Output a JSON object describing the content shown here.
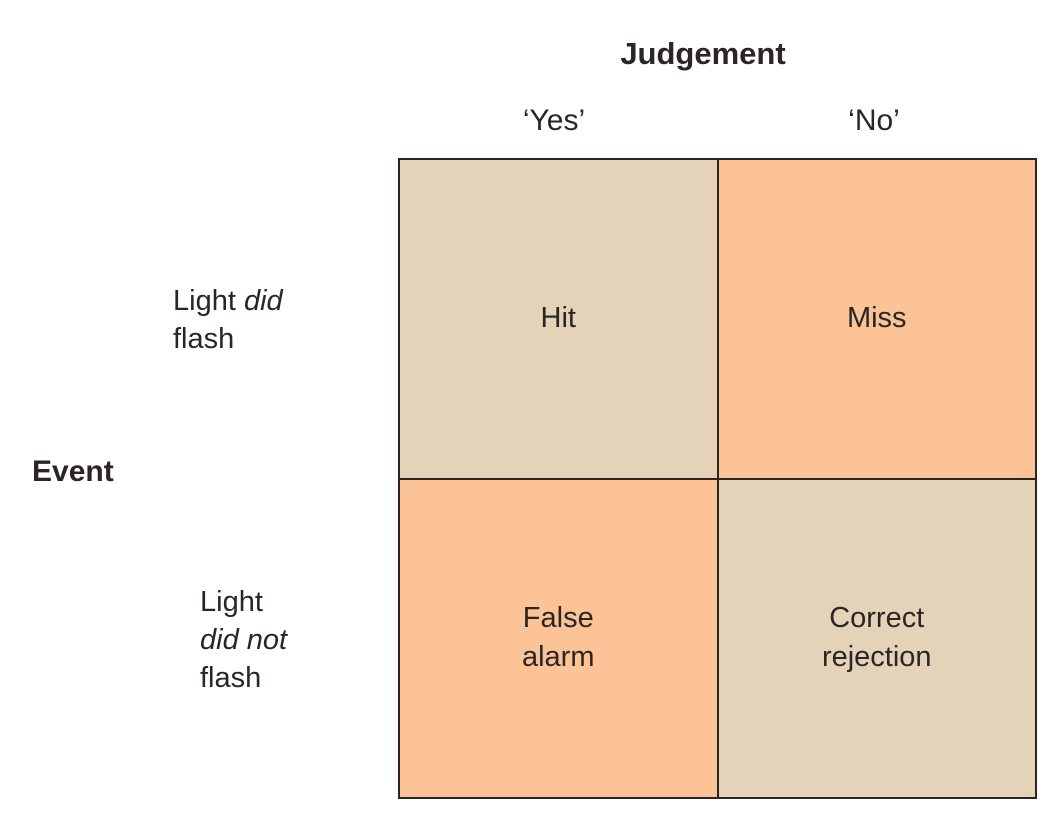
{
  "diagram": {
    "title": "Judgement",
    "side_axis_label": "Event",
    "columns": [
      {
        "label": "‘Yes’"
      },
      {
        "label": "‘No’"
      }
    ],
    "row1": {
      "line1_regular": "Light ",
      "line1_italic": "did",
      "line2": "flash"
    },
    "row2": {
      "line1": "Light",
      "line2_italic": "did not",
      "line3": "flash"
    },
    "cells": [
      {
        "label": "Hit",
        "variant": "tan"
      },
      {
        "label": "Miss",
        "variant": "orange"
      },
      {
        "label": "False\nalarm",
        "variant": "orange"
      },
      {
        "label": "Correct\nrejection",
        "variant": "tan"
      }
    ],
    "colors": {
      "tan": "#E4D3B9",
      "orange": "#FCC496",
      "border": "#2A2422",
      "text": "#2B2624"
    }
  }
}
